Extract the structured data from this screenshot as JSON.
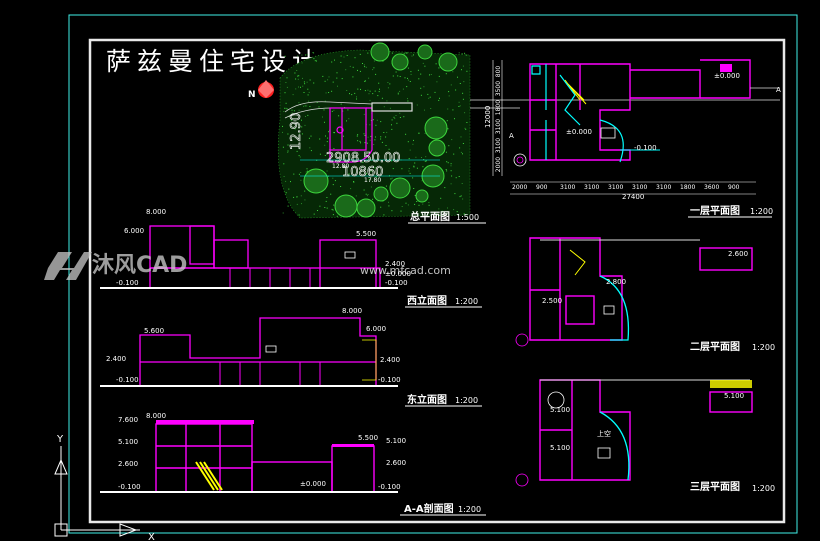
{
  "drawing": {
    "title": "萨兹曼住宅设计",
    "north_label": "N"
  },
  "site_plan": {
    "caption": "总平面图",
    "scale": "1:500",
    "dims": [
      "2908.50.00",
      "10860",
      "12.90"
    ],
    "small_dims": [
      "12.80",
      "17.80"
    ]
  },
  "floor1": {
    "caption": "一层平面图",
    "scale": "1:200",
    "dims_bottom": [
      "2000",
      "900",
      "3100",
      "3100",
      "3100",
      "3100",
      "3100",
      "1800",
      "3600",
      "900"
    ],
    "total": "27400",
    "dims_left": [
      "800",
      "3500",
      "1800",
      "3100",
      "3100",
      "2000"
    ],
    "left_total": "12000",
    "elev_labels": [
      "±0.000",
      "±0.000",
      "-0.100"
    ]
  },
  "floor2": {
    "caption": "二层平面图",
    "scale": "1:200",
    "elev_labels": [
      "2.800",
      "2.500",
      "2.600"
    ]
  },
  "floor3": {
    "caption": "三层平面图",
    "scale": "1:200",
    "elev_labels": [
      "5.100",
      "5.100",
      "5.100"
    ],
    "void_label": "上空"
  },
  "west_elev": {
    "caption": "西立面图",
    "scale": "1:200",
    "levels": [
      "8.000",
      "6.000",
      "5.500",
      "2.400",
      "±0.000",
      "-0.100",
      "-0.100"
    ]
  },
  "east_elev": {
    "caption": "东立面图",
    "scale": "1:200",
    "levels": [
      "5.600",
      "8.000",
      "6.000",
      "2.400",
      "2.400",
      "-0.100",
      "-0.100"
    ]
  },
  "section": {
    "caption": "A-A剖面图",
    "scale": "1:200",
    "levels": [
      "7.600",
      "8.000",
      "5.100",
      "2.600",
      "-0.100",
      "5.500",
      "5.100",
      "2.600",
      "±0.000",
      "-0.100"
    ]
  },
  "watermark": {
    "brand": "沐风CAD",
    "url": "www.mfcad.com"
  },
  "ucs": {
    "x": "X",
    "y": "Y"
  },
  "colors": {
    "background": "#000000",
    "frame": "#3ff0e8",
    "magenta": "#ff00ff",
    "cyan": "#00ffff",
    "white": "#ffffff",
    "green": "#3cd63c",
    "yellow": "#ffff00",
    "red": "#ff2020"
  }
}
